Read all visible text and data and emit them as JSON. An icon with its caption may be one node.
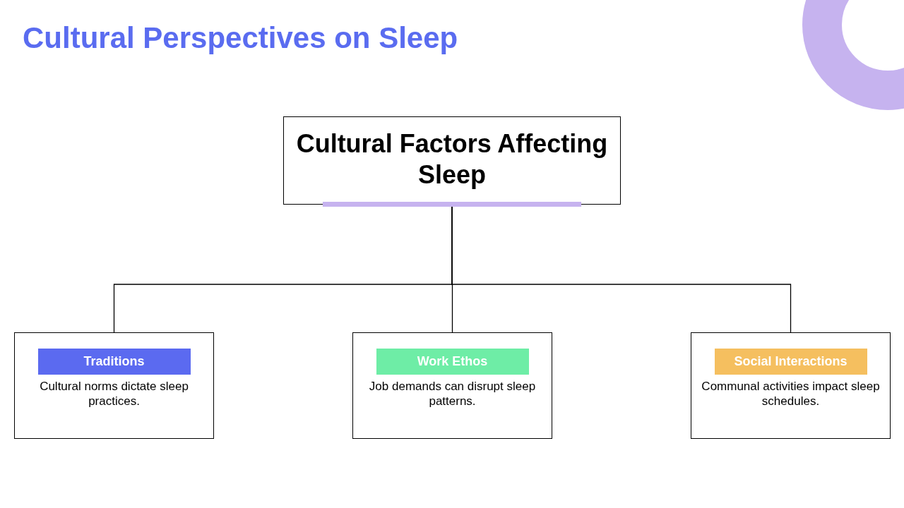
{
  "diagram": {
    "title": "Cultural Perspectives on Sleep",
    "nodes": [
      {
        "text": [
          "Cultural Factors Affecting Sleep"
        ]
      },
      {
        "text": [
          "Traditions",
          "Cultural norms dictate sleep practices."
        ]
      },
      {
        "text": [
          "Work Ethos",
          "Job demands can disrupt sleep patterns."
        ]
      },
      {
        "text": [
          "Social Interactions",
          "Communal activities impact sleep schedules."
        ]
      }
    ],
    "edges": [
      {
        "from": 0,
        "to": 1,
        "arrow": "none"
      },
      {
        "from": 0,
        "to": 2,
        "arrow": "none"
      },
      {
        "from": 0,
        "to": 3,
        "arrow": "none"
      }
    ]
  }
}
